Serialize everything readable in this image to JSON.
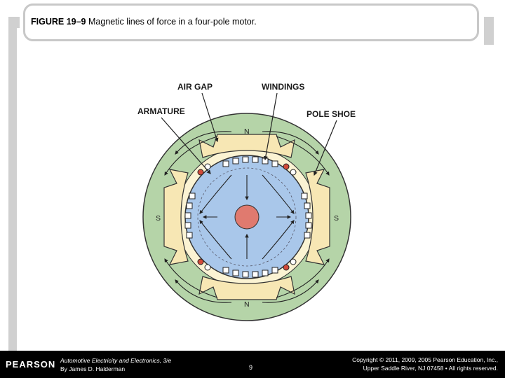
{
  "slide": {
    "figure_label": "FIGURE 19–9",
    "caption": "Magnetic lines of force in a four-pole motor."
  },
  "diagram": {
    "labels": {
      "air_gap": "AIR GAP",
      "windings": "WINDINGS",
      "armature": "ARMATURE",
      "pole_shoe": "POLE SHOE"
    },
    "poles": {
      "top": "N",
      "bottom": "N",
      "left": "S",
      "right": "S"
    },
    "colors": {
      "housing": "#b5d4a8",
      "pole_shoe": "#f7e7b4",
      "armature": "#a9c7ea",
      "shaft": "#e07a6f",
      "outline": "#333333"
    }
  },
  "footer": {
    "logo": "PEARSON",
    "book_title": "Automotive Electricity and Electronics, 3/e",
    "book_author": "By James D. Halderman",
    "page_number": "9",
    "copyright_line1": "Copyright © 2011, 2009, 2005 Pearson Education, Inc.,",
    "copyright_line2": "Upper Saddle River, NJ 07458 • All rights reserved."
  }
}
